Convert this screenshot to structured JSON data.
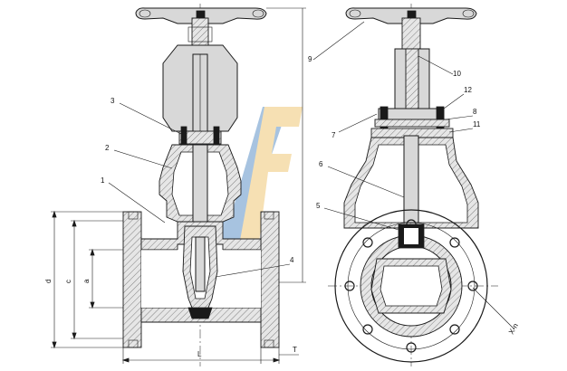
{
  "parts": [
    "1",
    "2",
    "3",
    "4",
    "5",
    "6",
    "7",
    "8",
    "9",
    "10",
    "11",
    "12"
  ],
  "dimensions": {
    "L": "L",
    "T": "T",
    "d": "d",
    "c": "c",
    "a": "a",
    "holes": "X-n"
  },
  "watermark": {
    "text": "VF",
    "color_v": "#8ab0d6",
    "color_f": "#f3d69a"
  }
}
